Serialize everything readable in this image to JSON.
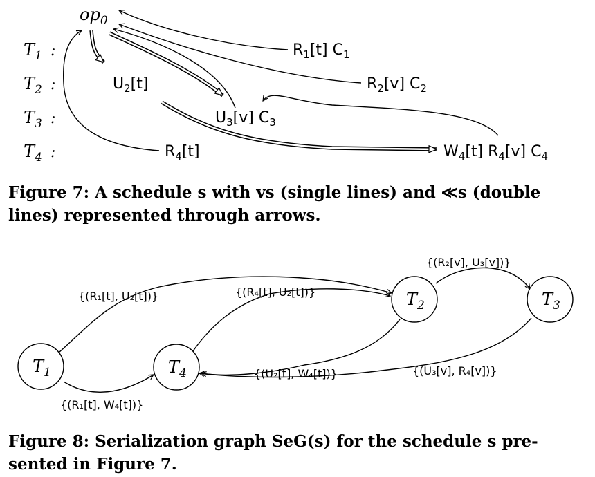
{
  "figure7": {
    "op0": {
      "base": "op",
      "sub": "0"
    },
    "rows": [
      {
        "name": "T",
        "sub": "1",
        "colon": ":"
      },
      {
        "name": "T",
        "sub": "2",
        "colon": ":"
      },
      {
        "name": "T",
        "sub": "3",
        "colon": ":"
      },
      {
        "name": "T",
        "sub": "4",
        "colon": ":"
      }
    ],
    "ops": {
      "r1": {
        "tokens": [
          {
            "t": "R",
            "s": "1",
            "a": "[t]"
          },
          {
            "t": "C",
            "s": "1",
            "a": ""
          }
        ]
      },
      "r2": {
        "tokens": [
          {
            "t": "R",
            "s": "2",
            "a": "[v]"
          },
          {
            "t": "C",
            "s": "2",
            "a": ""
          }
        ]
      },
      "u2": {
        "tokens": [
          {
            "t": "U",
            "s": "2",
            "a": "[t]"
          }
        ]
      },
      "u3": {
        "tokens": [
          {
            "t": "U",
            "s": "3",
            "a": "[v]"
          },
          {
            "t": "C",
            "s": "3",
            "a": ""
          }
        ]
      },
      "r4": {
        "tokens": [
          {
            "t": "R",
            "s": "4",
            "a": "[t]"
          }
        ]
      },
      "w4": {
        "tokens": [
          {
            "t": "W",
            "s": "4",
            "a": "[t]"
          },
          {
            "t": "R",
            "s": "4",
            "a": "[v]"
          },
          {
            "t": "C",
            "s": "4",
            "a": ""
          }
        ]
      }
    },
    "caption": "Figure 7:  A schedule s with vs (single lines) and ≪s (double\nlines) represented through arrows."
  },
  "figure8": {
    "nodes": [
      {
        "id": "t1",
        "name": "T",
        "sub": "1"
      },
      {
        "id": "t4",
        "name": "T",
        "sub": "4"
      },
      {
        "id": "t2",
        "name": "T",
        "sub": "2"
      },
      {
        "id": "t3",
        "name": "T",
        "sub": "3"
      }
    ],
    "edge_labels": {
      "t1_t2": "{(R₁[t], U₂[t])}",
      "t4_t2": "{(R₄[t], U₂[t])}",
      "t2_t3": "{(R₂[v], U₃[v])}",
      "t1_t4": "{(R₁[t], W₄[t])}",
      "t2_t4": "{(U₂[t], W₄[t])}",
      "t3_t4": "{(U₃[v], R₄[v])}"
    },
    "caption": "Figure 8:  Serialization graph SeG(s) for the schedule s pre-\nsented in Figure 7."
  }
}
